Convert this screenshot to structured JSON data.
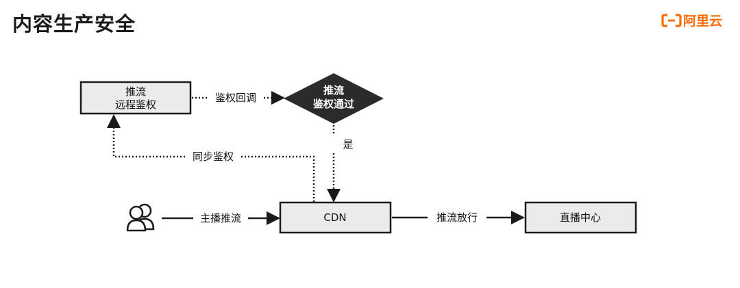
{
  "header": {
    "title": "内容生产安全",
    "brand": "阿里云",
    "brand_color": "#ff6a00"
  },
  "diagram": {
    "nodes": {
      "remote_auth": {
        "line1": "推流",
        "line2": "远程鉴权"
      },
      "decision": {
        "line1": "推流",
        "line2": "鉴权通过"
      },
      "cdn": {
        "label": "CDN"
      },
      "live_center": {
        "label": "直播中心"
      },
      "user": {
        "icon": "users-icon"
      }
    },
    "edges": {
      "auth_callback": "鉴权回调",
      "yes": "是",
      "sync_auth": "同步鉴权",
      "push_stream": "主播推流",
      "stream_release": "推流放行"
    }
  }
}
